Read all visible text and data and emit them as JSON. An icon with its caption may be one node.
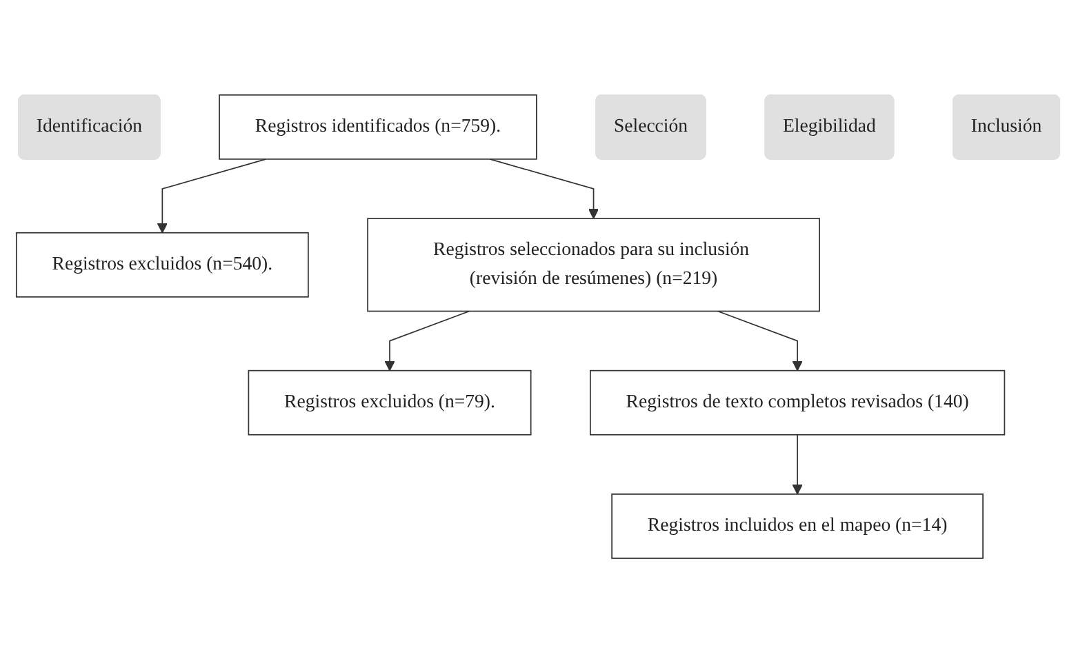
{
  "diagram": {
    "nodes": [
      {
        "text": [
          "Identificación"
        ]
      },
      {
        "text": [
          "Registros identificados (n=759)."
        ]
      },
      {
        "text": [
          "Registros excluidos (n=540)."
        ]
      },
      {
        "text": [
          "Selección"
        ]
      },
      {
        "text": [
          "Registros seleccionados para su inclusión (revisión de resúmenes) (n=219)"
        ]
      },
      {
        "text": [
          "Registros excluidos (n=79)."
        ]
      },
      {
        "text": [
          "Elegibilidad"
        ]
      },
      {
        "text": [
          "Registros de texto completos revisados (140)"
        ]
      },
      {
        "text": [
          "Inclusión"
        ]
      },
      {
        "text": [
          "Registros incluidos en el mapeo (n=14)"
        ]
      }
    ],
    "edges": [
      {
        "from": 1,
        "to": 2,
        "arrow": "to"
      },
      {
        "from": 1,
        "to": 4,
        "arrow": "to"
      },
      {
        "from": 4,
        "to": 5,
        "arrow": "to"
      },
      {
        "from": 4,
        "to": 7,
        "arrow": "to"
      },
      {
        "from": 7,
        "to": 9,
        "arrow": "to"
      }
    ]
  }
}
